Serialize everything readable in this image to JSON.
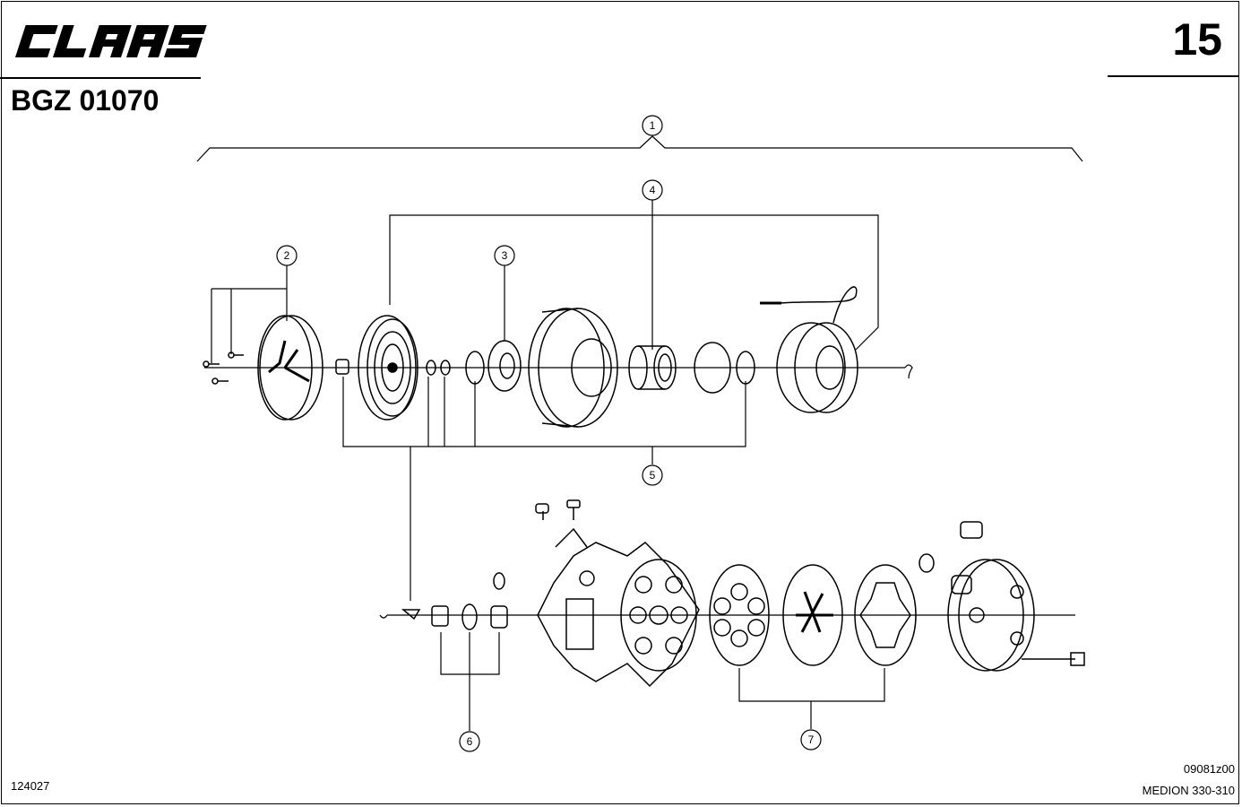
{
  "header": {
    "brand": "CLAAS",
    "page_number": "15",
    "group_code": "BGZ 01070"
  },
  "footer": {
    "left_ref": "124027",
    "right_ref_1": "09081z00",
    "right_ref_2": "MEDION 330-310"
  },
  "callouts": [
    "1",
    "2",
    "3",
    "4",
    "5",
    "6",
    "7"
  ]
}
